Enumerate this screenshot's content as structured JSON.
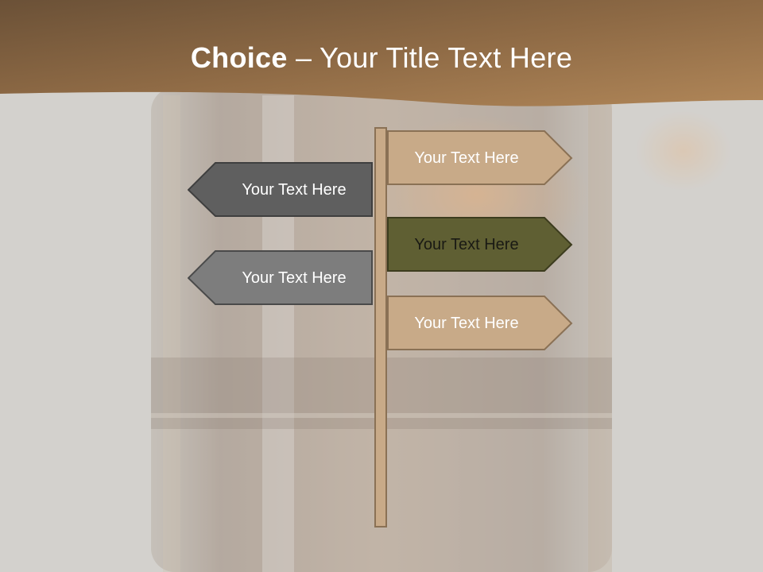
{
  "slide": {
    "title_bold": "Choice",
    "title_separator": " – ",
    "title_rest": "Your Title Text Here"
  },
  "signs": [
    {
      "label": "Your Text Here",
      "direction": "right",
      "fill": "#c8aa88",
      "stroke": "#8a7155",
      "text_color": "#ffffff"
    },
    {
      "label": "Your Text Here",
      "direction": "left",
      "fill": "#5f5f5f",
      "stroke": "#3f3f3f",
      "text_color": "#ffffff"
    },
    {
      "label": "Your Text Here",
      "direction": "right",
      "fill": "#5f5f33",
      "stroke": "#3c3c1e",
      "text_color": "#1a1a14"
    },
    {
      "label": "Your Text Here",
      "direction": "left",
      "fill": "#7d7d7d",
      "stroke": "#4a4a4a",
      "text_color": "#ffffff"
    },
    {
      "label": "Your Text Here",
      "direction": "right",
      "fill": "#c8aa88",
      "stroke": "#8a7155",
      "text_color": "#ffffff"
    }
  ],
  "colors": {
    "header": "#9a7248",
    "background": "#d3d1ce",
    "pole": "#c8aa88"
  }
}
